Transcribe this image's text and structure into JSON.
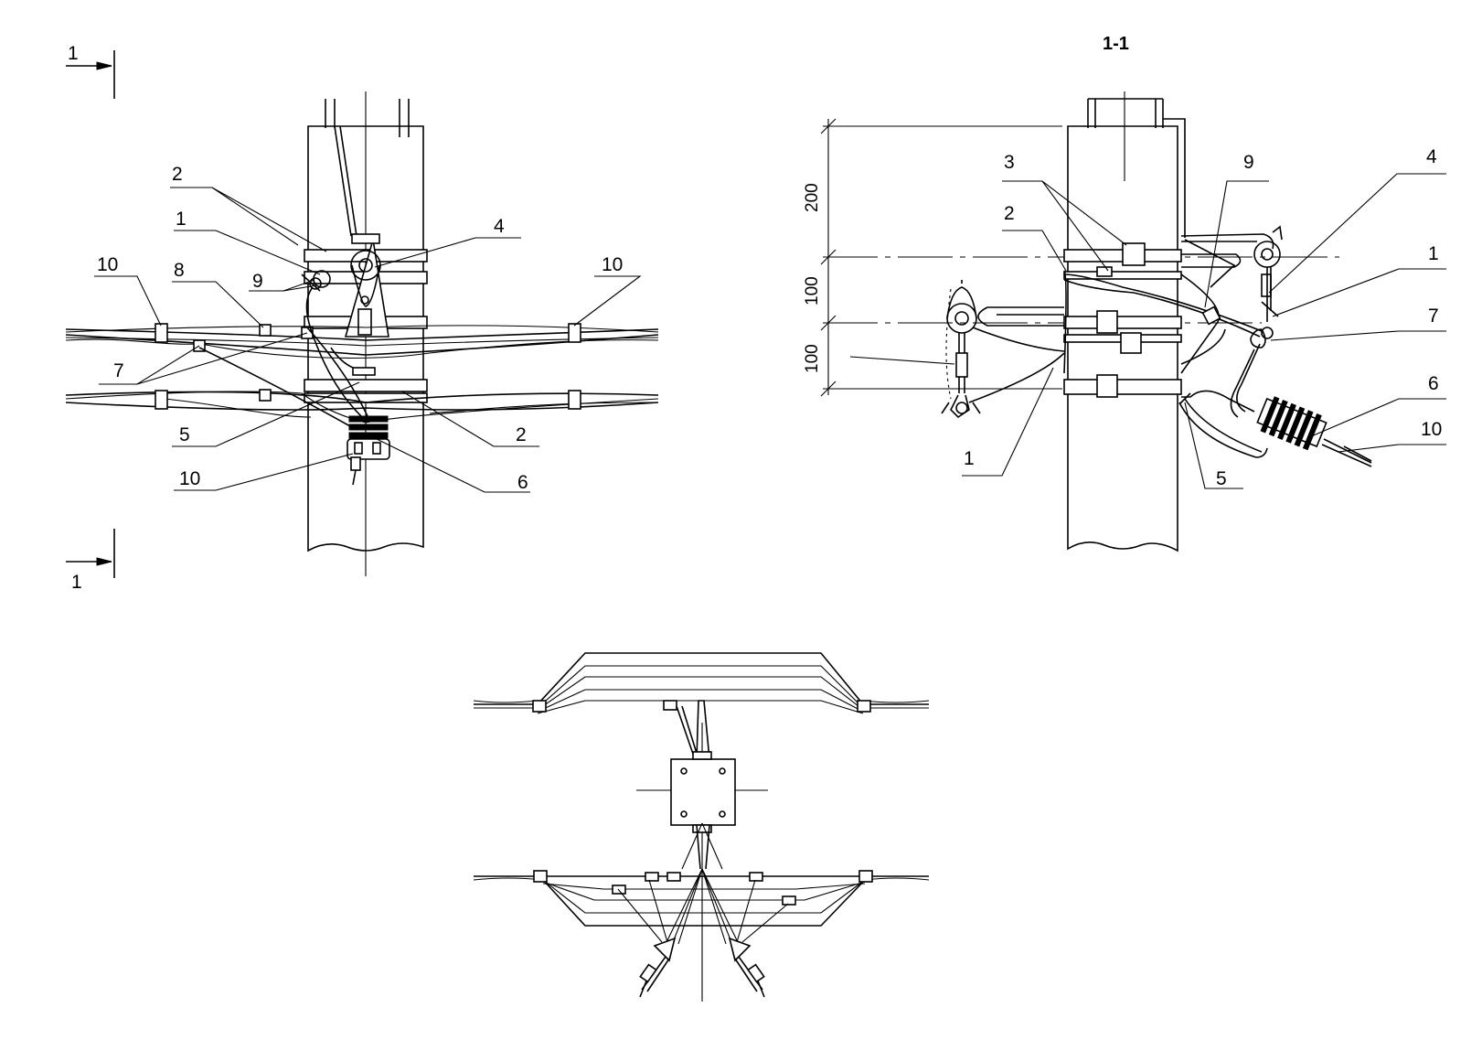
{
  "section": {
    "marker_top": "1",
    "marker_bottom": "1",
    "title": "1-1"
  },
  "front_view": {
    "callouts": [
      "2",
      "1",
      "9",
      "8",
      "10",
      "10",
      "4",
      "7",
      "5",
      "10",
      "2",
      "6"
    ]
  },
  "side_view": {
    "callouts": [
      "3",
      "2",
      "9",
      "4",
      "1",
      "7",
      "6",
      "10",
      "5",
      "1"
    ],
    "dimensions": [
      "200",
      "100",
      "100"
    ]
  }
}
